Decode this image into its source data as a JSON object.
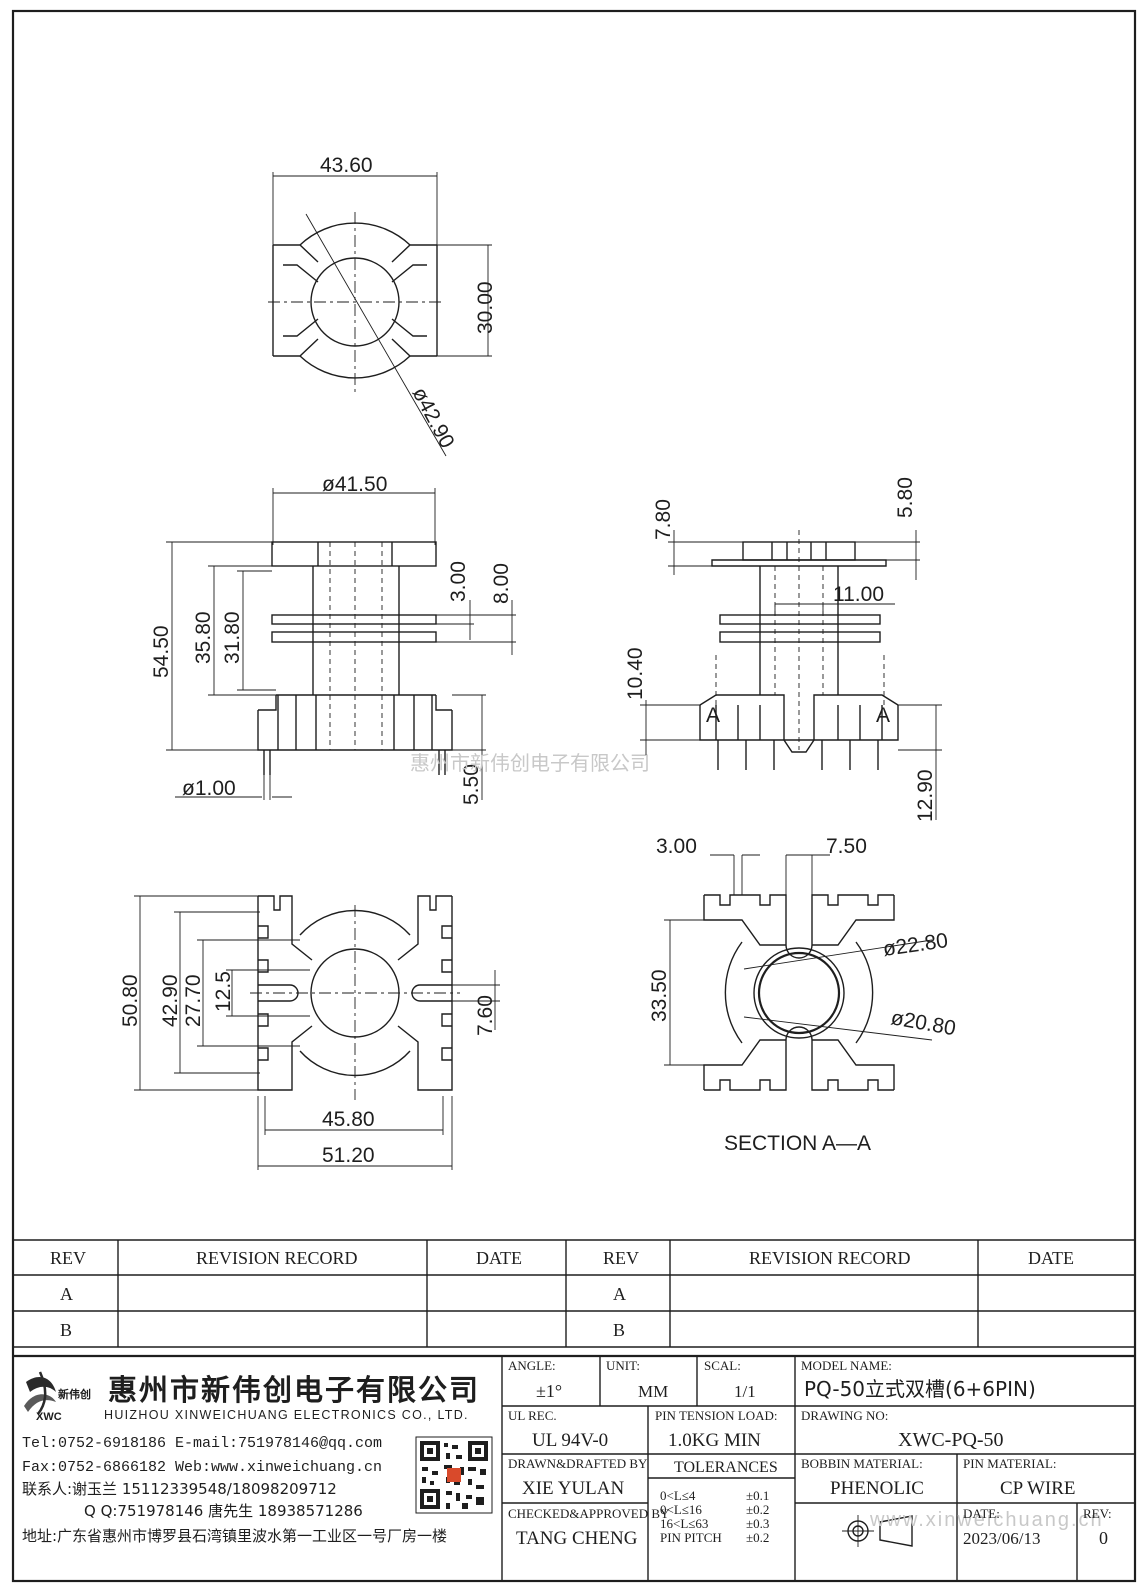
{
  "dimensions": {
    "top_view": [
      "43.60",
      "30.00",
      "ø42.90"
    ],
    "front_view": [
      "ø41.50",
      "54.50",
      "35.80",
      "31.80",
      "3.00",
      "8.00",
      "ø1.00",
      "5.50"
    ],
    "side_view": [
      "7.80",
      "5.80",
      "11.00",
      "10.40",
      "12.90"
    ],
    "bottom_view": [
      "50.80",
      "42.90",
      "27.70",
      "12.5",
      "7.60",
      "45.80",
      "51.20"
    ],
    "section_view": [
      "3.00",
      "7.50",
      "33.50",
      "ø22.80",
      "ø20.80"
    ],
    "section_marks": [
      "A",
      "A"
    ]
  },
  "section_title": "SECTION  A—A",
  "watermark_cn": "惠州市新伟创电子有限公司",
  "watermark_web": "www.xinweichuang.cn",
  "revision_table": {
    "headers": [
      "REV",
      "REVISION RECORD",
      "DATE",
      "REV",
      "REVISION RECORD",
      "DATE"
    ],
    "rows": [
      [
        "A",
        "",
        "",
        "A",
        "",
        ""
      ],
      [
        "B",
        "",
        "",
        "B",
        "",
        ""
      ]
    ]
  },
  "company": {
    "logo_text": "新伟创",
    "logo_abbr": "XWC",
    "name_cn": "惠州市新伟创电子有限公司",
    "name_en": "HUIZHOU XINWEICHUANG ELECTRONICS CO., LTD.",
    "tel": "Tel:0752-6918186 E-mail:751978146@qq.com",
    "fax": "Fax:0752-6866182 Web:www.xinweichuang.cn",
    "contact": "联系人:谢玉兰 15112339548/18098209712",
    "qq": "Q Q:751978146     唐先生 18938571286",
    "address": "地址:广东省惠州市博罗县石湾镇里波水第一工业区一号厂房一楼"
  },
  "title_block": {
    "angle_label": "ANGLE:",
    "angle_value": "±1°",
    "unit_label": "UNIT:",
    "unit_value": "MM",
    "scale_label": "SCAL:",
    "scale_value": "1/1",
    "model_label": "MODEL NAME:",
    "model_value": "PQ-50立式双槽(6+6PIN)",
    "ul_label": "UL REC.",
    "ul_value": "UL 94V-0",
    "pin_tension_label": "PIN TENSION LOAD:",
    "pin_tension_value": "1.0KG MIN",
    "drawing_label": "DRAWING NO:",
    "drawing_value": "XWC-PQ-50",
    "drawn_label": "DRAWN&DRAFTED BY",
    "drawn_value": "XIE YULAN",
    "tolerances_label": "TOLERANCES",
    "bobbin_label": "BOBBIN MATERIAL:",
    "bobbin_value": "PHENOLIC",
    "pin_label": "PIN MATERIAL:",
    "pin_value": "CP WIRE",
    "checked_label": "CHECKED&APPROVED BY",
    "checked_value": "TANG CHENG",
    "tolerance_rows": [
      [
        "0<L≤4",
        "±0.1"
      ],
      [
        "0<L≤16",
        "±0.2"
      ],
      [
        "16<L≤63",
        "±0.3"
      ],
      [
        "PIN PITCH",
        "±0.2"
      ]
    ],
    "date_label": "DATE:",
    "date_value": "2023/06/13",
    "rev_label": "REV:",
    "rev_value": "0"
  }
}
